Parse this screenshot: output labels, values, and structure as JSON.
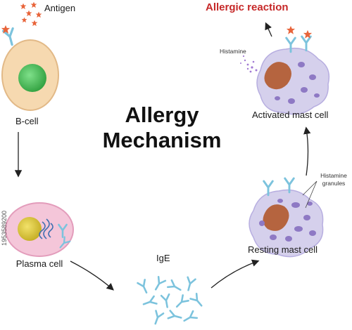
{
  "title": "Allergy Mechanism",
  "labels": {
    "antigen": "Antigen",
    "b_cell": "B-cell",
    "plasma_cell": "Plasma cell",
    "ige": "IgE",
    "resting_mast_cell": "Resting mast cell",
    "activated_mast_cell": "Activated mast cell",
    "histamine": "Histamine",
    "histamine_granules": "Histamine granules",
    "allergic_reaction": "Allergic reaction"
  },
  "watermark": "1953589200",
  "colors": {
    "antigen": "#e8643a",
    "antibody": "#7cc3dd",
    "b_cell_body": "#f6d9b0",
    "b_cell_nucleus": "#3bb54a",
    "plasma_body": "#f4c6d9",
    "plasma_nucleus": "#d8c22e",
    "mast_body": "#d5d0ec",
    "mast_nucleus": "#b5643f",
    "granule": "#8e79c4",
    "allergic_text": "#c62828"
  },
  "icons": [
    "antigen-star-icon",
    "antibody-y-icon",
    "cycle-arrow-icon"
  ]
}
